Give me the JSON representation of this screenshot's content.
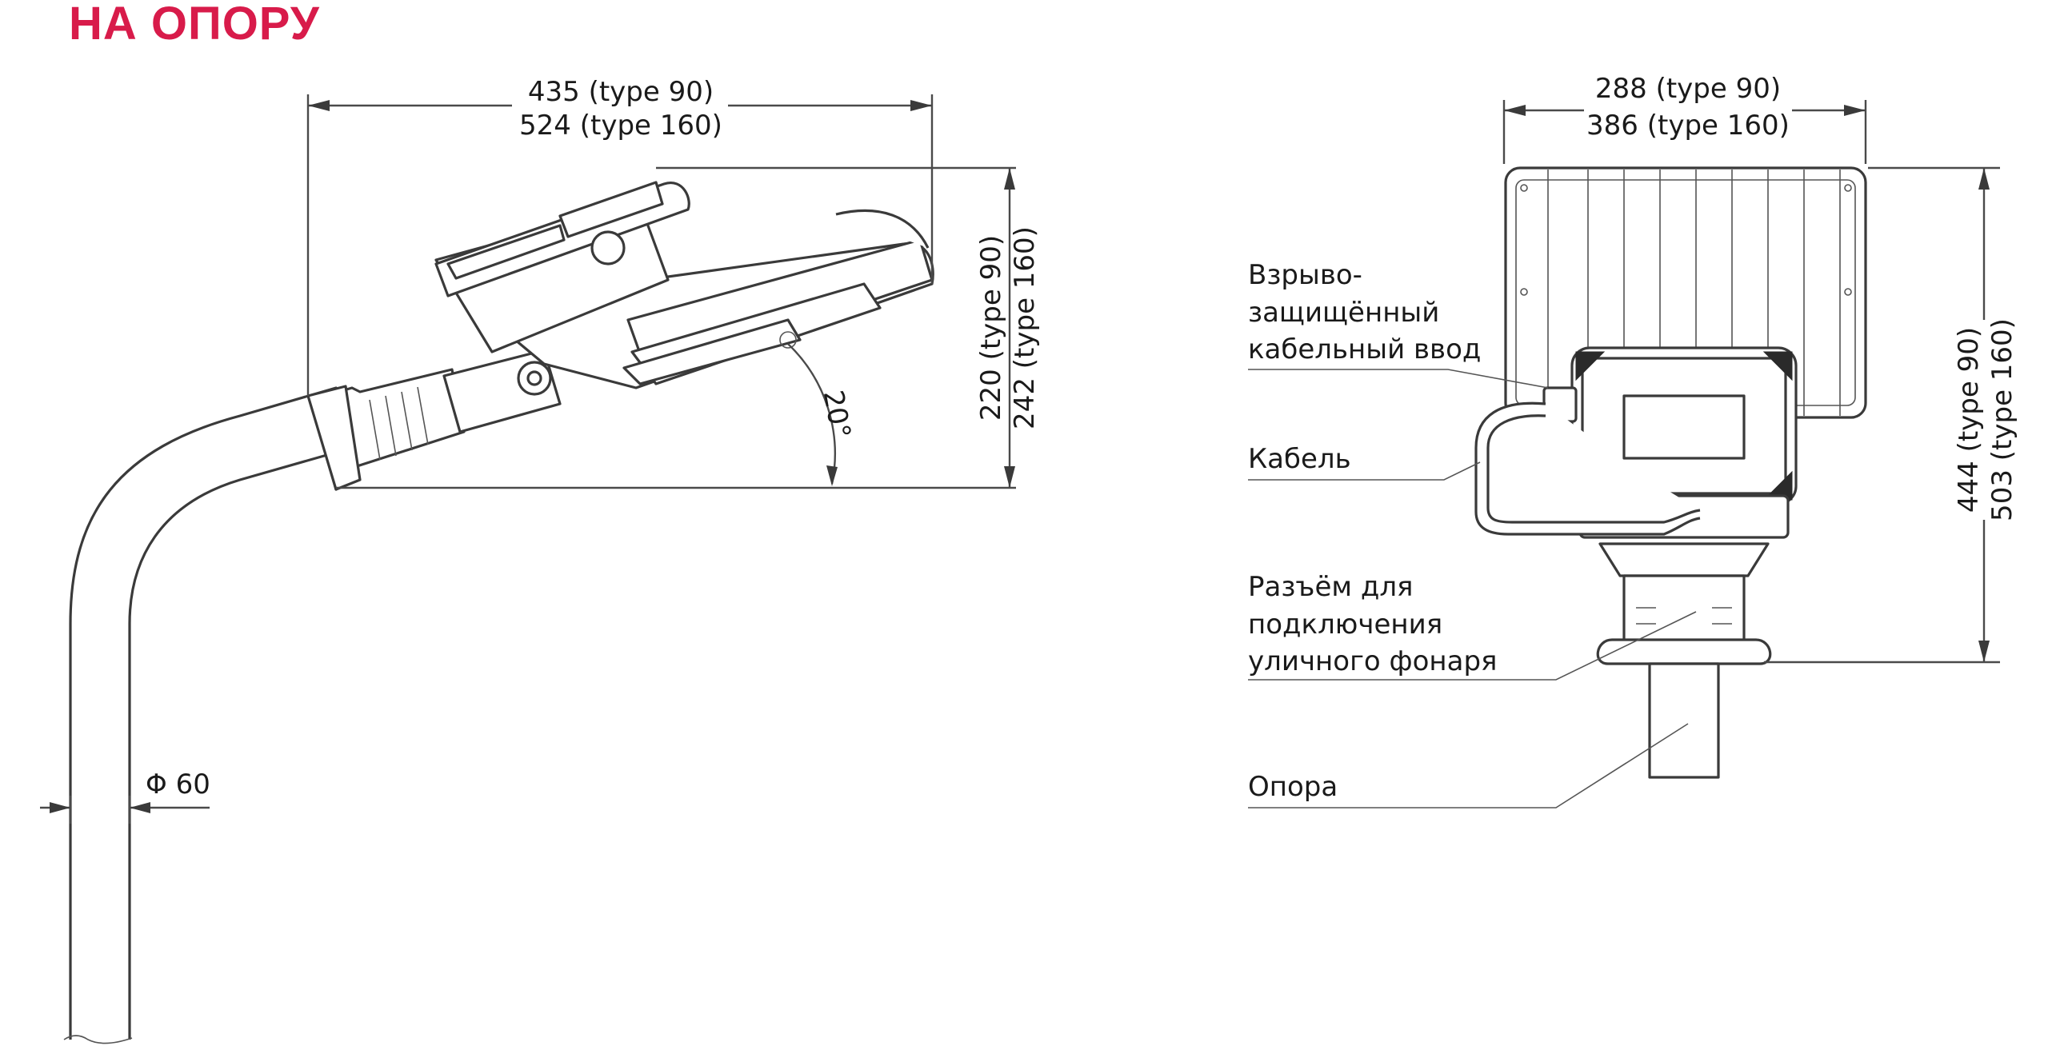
{
  "title": "НА ОПОРУ",
  "accent_color": "#d81b4a",
  "side_view": {
    "width_dim_line1": "435 (type 90)",
    "width_dim_line2": "524 (type 160)",
    "height_dim_line1": "220 (type 90)",
    "height_dim_line2": "242 (type 160)",
    "angle": "20°",
    "pole_diameter": "Φ 60"
  },
  "front_view": {
    "width_dim_line1": "288 (type 90)",
    "width_dim_line2": "386 (type 160)",
    "height_dim_line1": "444 (type 90)",
    "height_dim_line2": "503 (type 160)",
    "callouts": {
      "cable_gland_1": "Взрыво-",
      "cable_gland_2": "защищённый",
      "cable_gland_3": "кабельный ввод",
      "cable": "Кабель",
      "connector_1": "Разъём для",
      "connector_2": "подключения",
      "connector_3": "уличного фонаря",
      "pole": "Опора"
    }
  }
}
